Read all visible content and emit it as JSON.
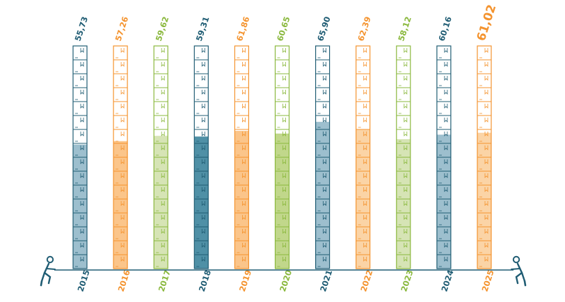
{
  "chart_data": {
    "type": "bar",
    "title": "",
    "xlabel": "",
    "ylabel": "",
    "ylim": [
      0,
      100
    ],
    "categories": [
      "2015",
      "2016",
      "2017",
      "2018",
      "2019",
      "2020",
      "2021",
      "2022",
      "2023",
      "2024",
      "2025"
    ],
    "value_labels": [
      "55,73",
      "57,26",
      "59,62",
      "59,31",
      "61,86",
      "60,65",
      "65,90",
      "62,39",
      "58,12",
      "60,16",
      "61,02"
    ],
    "values": [
      55.73,
      57.26,
      59.62,
      59.31,
      61.86,
      60.65,
      65.9,
      62.39,
      58.12,
      60.16,
      61.02
    ],
    "highlighted_category": "2025",
    "colors": [
      "#1f5c73",
      "#f4932e",
      "#8ab83d",
      "#1f5c73",
      "#f4932e",
      "#8ab83d",
      "#1f5c73",
      "#f4932e",
      "#8ab83d",
      "#1f5c73",
      "#f4932e"
    ],
    "fill_colors": [
      "#9dbfce",
      "#fbc58a",
      "#d6e4b5",
      "#4f90a6",
      "#fbc58a",
      "#c1d78b",
      "#9dbfce",
      "#fbd4a6",
      "#d6e4b5",
      "#9dbfce",
      "#fbd4a6"
    ],
    "axis_color": "#1f5c73",
    "icons": [
      "person-pulling-rope-left-icon",
      "person-pulling-rope-right-icon"
    ]
  }
}
